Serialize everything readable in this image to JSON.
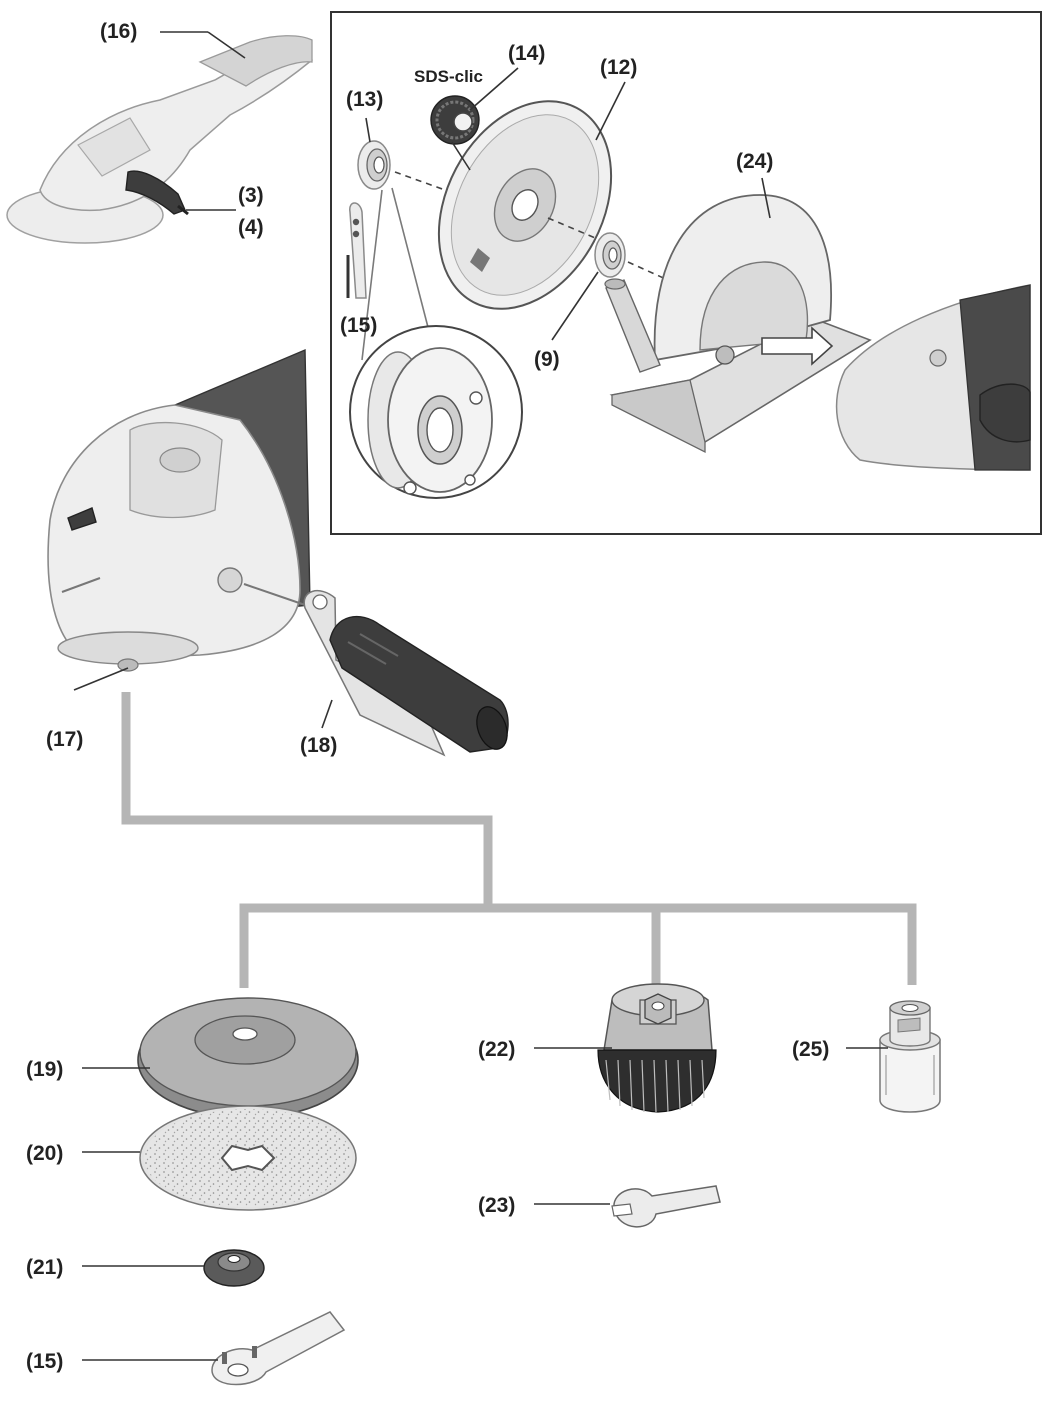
{
  "brand": "SDS-clic",
  "labels": {
    "p16": "(16)",
    "p3": "(3)",
    "p4": "(4)",
    "p14": "(14)",
    "p12": "(12)",
    "p13": "(13)",
    "p24": "(24)",
    "p15a": "(15)",
    "p9": "(9)",
    "p17": "(17)",
    "p18": "(18)",
    "p19": "(19)",
    "p22": "(22)",
    "p25": "(25)",
    "p20": "(20)",
    "p23": "(23)",
    "p21": "(21)",
    "p15b": "(15)"
  },
  "colors": {
    "frame": "#333333",
    "connector": "#b5b5b5",
    "tool_body": "#ececec",
    "grip": "#3d3d3d"
  }
}
